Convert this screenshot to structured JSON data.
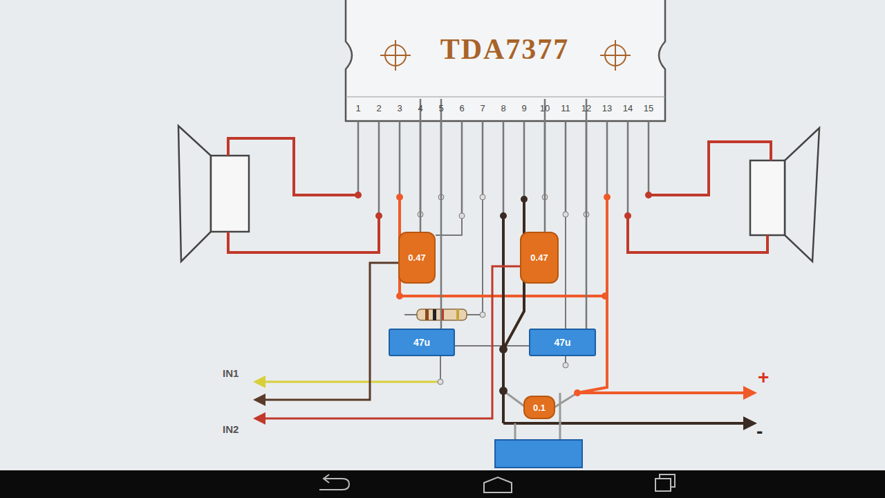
{
  "diagram": {
    "nodes": [
      {
        "text": [
          "TDA7377"
        ]
      },
      {
        "text": [
          "0.47"
        ]
      },
      {
        "text": [
          "0.47"
        ]
      },
      {
        "text": [
          "47u"
        ]
      },
      {
        "text": [
          "47u"
        ]
      },
      {
        "text": [
          "0.1"
        ]
      }
    ],
    "edges": [
      {
        "from": 1,
        "to": 0,
        "arrow": "none"
      },
      {
        "from": 2,
        "to": 0,
        "arrow": "none"
      },
      {
        "from": 3,
        "to": 0,
        "arrow": "none"
      },
      {
        "from": 4,
        "to": 0,
        "arrow": "none"
      }
    ],
    "labels": [
      "1",
      "2",
      "3",
      "4",
      "5",
      "6",
      "7",
      "8",
      "9",
      "10",
      "11",
      "12",
      "13",
      "14",
      "15",
      "IN1",
      "IN2",
      "+",
      "-"
    ]
  }
}
